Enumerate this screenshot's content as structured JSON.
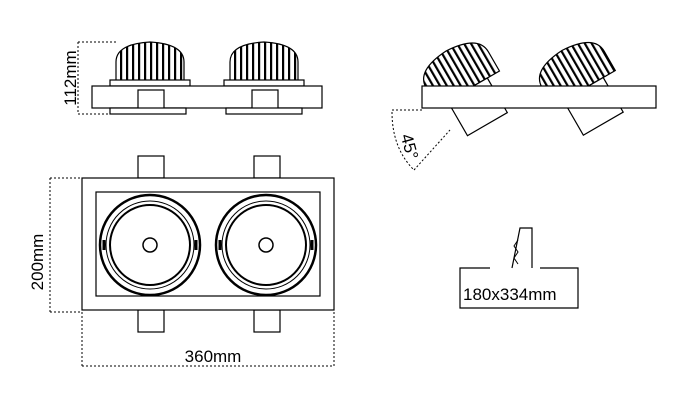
{
  "dimensions": {
    "height": "112mm",
    "width": "360mm",
    "depth": "200mm",
    "tilt": "45°",
    "cutout": "180x334mm"
  },
  "colors": {
    "line": "#000000",
    "background": "#ffffff"
  }
}
